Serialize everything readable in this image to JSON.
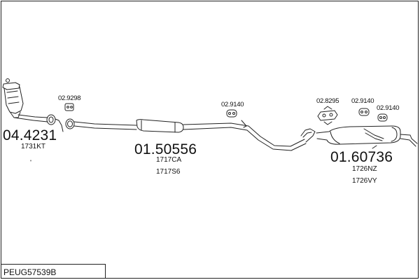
{
  "diagram_code": "PEUG57539B",
  "catalyst": {
    "part_number": "04.4231",
    "reference": "1731KT"
  },
  "middle_pipe": {
    "part_number": "01.50556",
    "references": [
      "1717CA",
      "1717S6"
    ]
  },
  "rear_silencer": {
    "part_number": "01.60736",
    "references": [
      "1726NZ",
      "1726VY"
    ]
  },
  "mounting_parts": [
    {
      "part_number": "02.9298"
    },
    {
      "part_number": "02.9140"
    },
    {
      "part_number": "02.8295"
    },
    {
      "part_number": "02.9140"
    },
    {
      "part_number": "02.9140"
    }
  ]
}
